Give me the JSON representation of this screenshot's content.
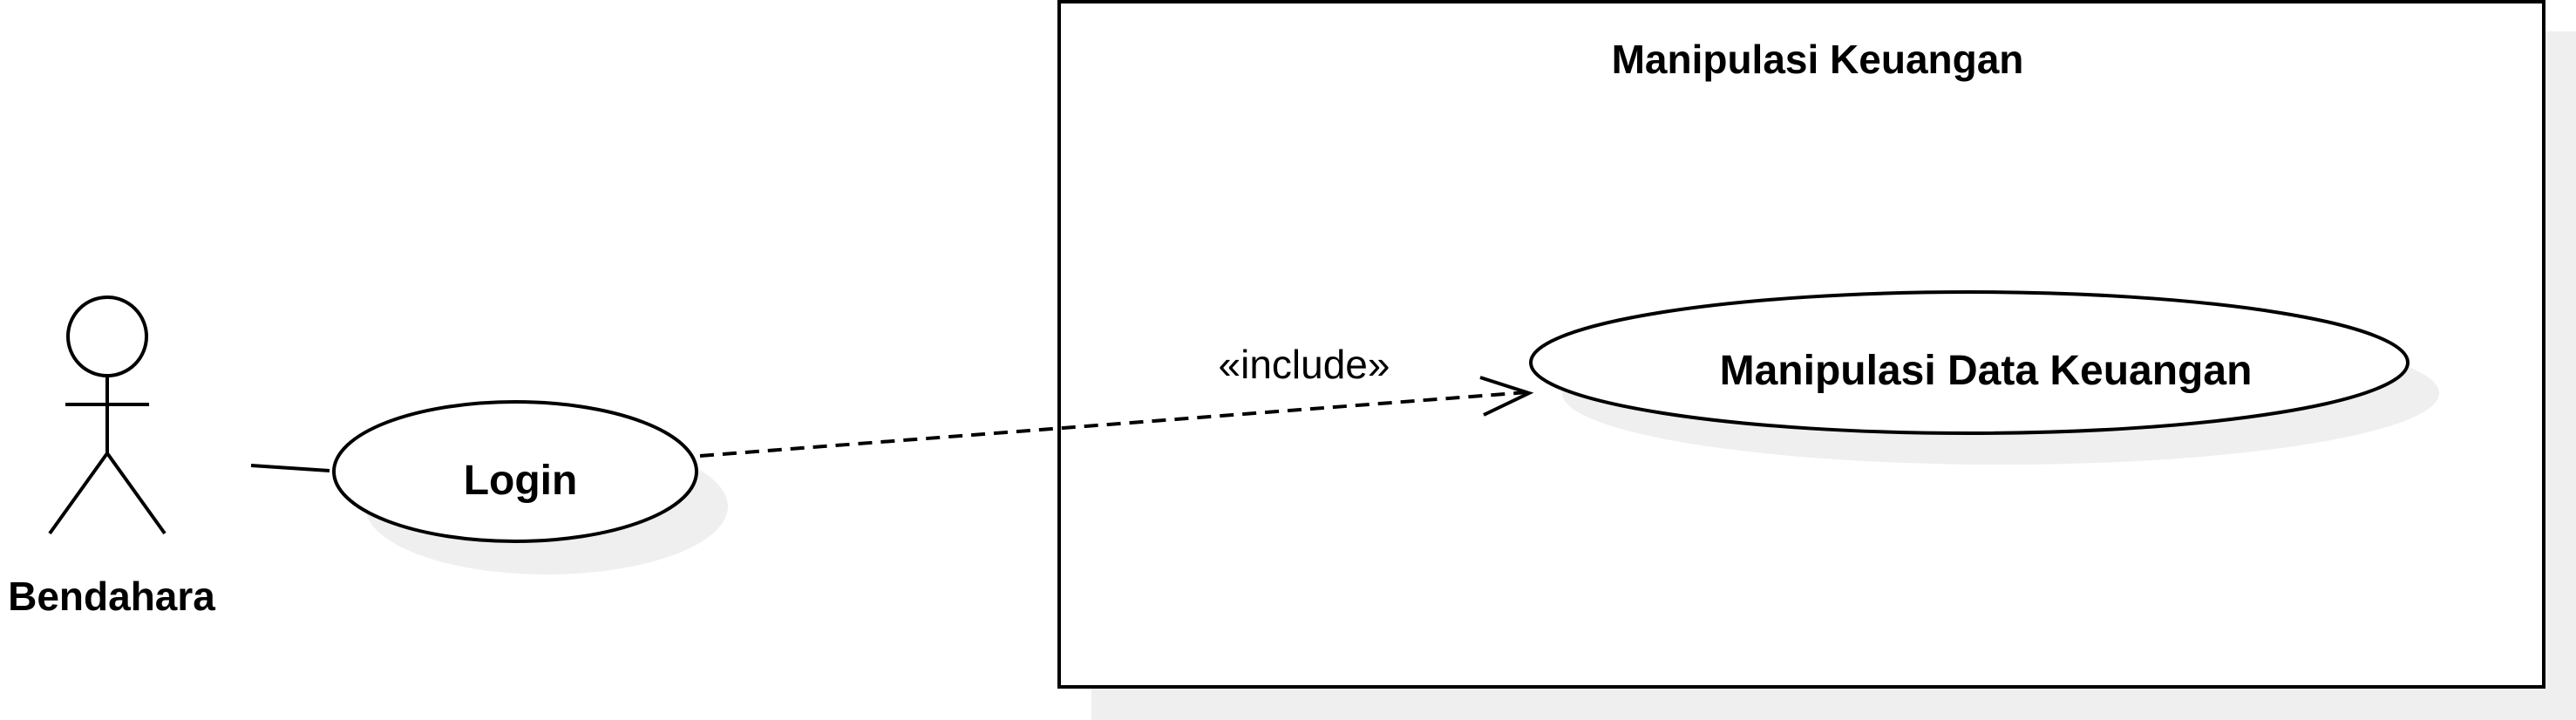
{
  "diagram": {
    "type": "use-case",
    "colors": {
      "stroke": "#000000",
      "shadow": "#efefef",
      "fill": "#ffffff"
    },
    "system_boundary": {
      "title": "Manipulasi Keuangan"
    },
    "actor": {
      "name": "Bendahara",
      "icon": "stick-figure-icon"
    },
    "use_cases": {
      "login": "Login",
      "manipulasi_data": "Manipulasi Data Keuangan"
    },
    "relationships": {
      "include_label": "«include»"
    }
  }
}
